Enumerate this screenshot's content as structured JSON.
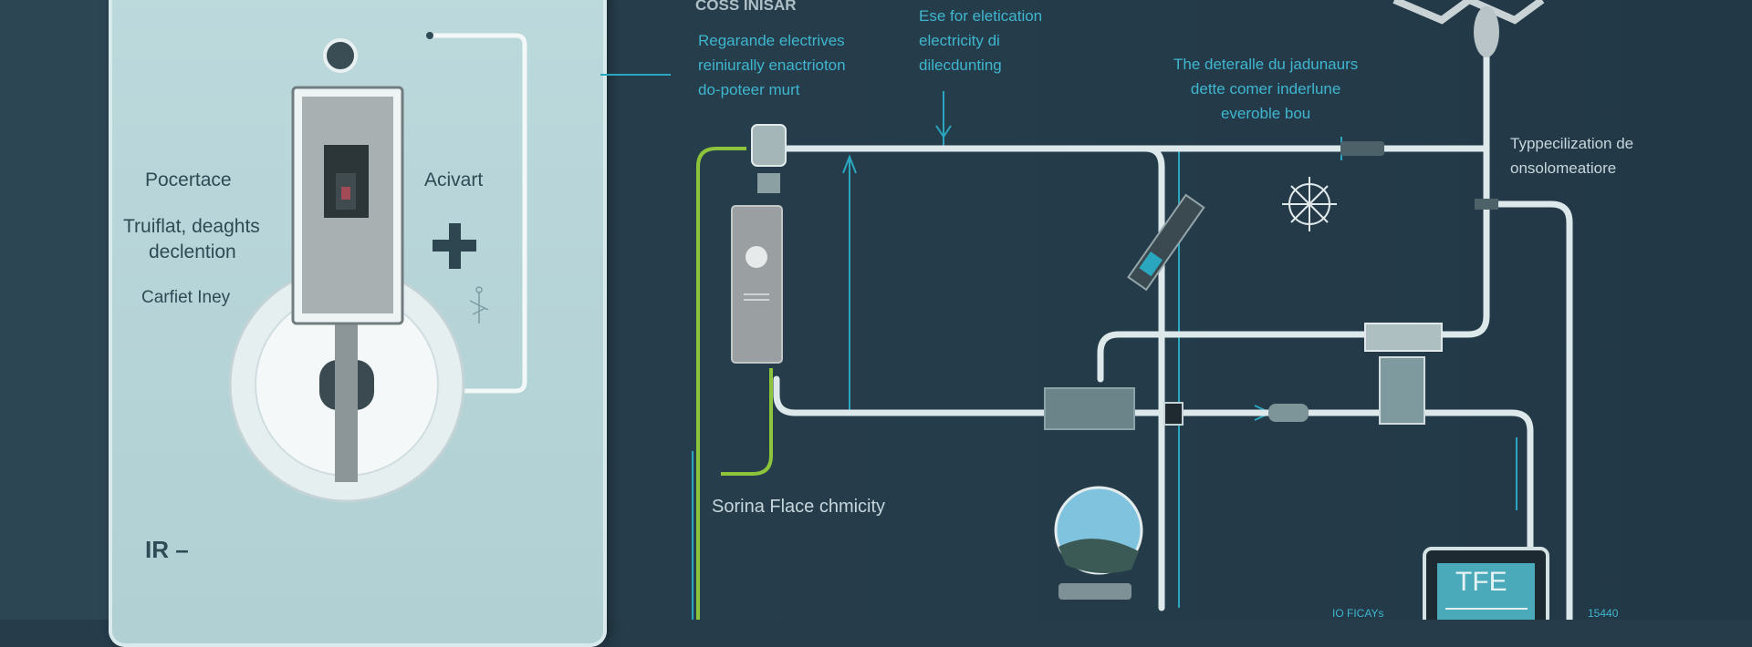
{
  "left_panel": {
    "label_1": "Pocertace",
    "label_2_line1": "Truiflat, deaghts",
    "label_2_line2": "declention",
    "label_3": "Carfiet Iney",
    "label_right": "Acivart",
    "plus_symbol": "+",
    "footer_logo": "IR –"
  },
  "diagram": {
    "heading": "COSS INISAR",
    "note_1": [
      "Regarande electrives",
      "reiniurally enactrioton",
      "do-poteer murt"
    ],
    "note_2": [
      "Ese for eletication",
      "electricity di",
      "dilecdunting"
    ],
    "note_3": [
      "The deteralle du jadunaurs",
      "dette comer inderlune",
      "everoble bou"
    ],
    "note_4": [
      "Typpecilization de",
      "onsolomeatiore"
    ],
    "caption": "Sorina Flace chmicity",
    "screen_text": "TFE",
    "bottom_left_label": "IO FICAYs",
    "bottom_right_label": "15440"
  },
  "colors": {
    "background": "#263c4a",
    "panel": "#b5d4d8",
    "pipe": "#dde8ea",
    "teal": "#2aa6bf",
    "green": "#8cc43c"
  }
}
